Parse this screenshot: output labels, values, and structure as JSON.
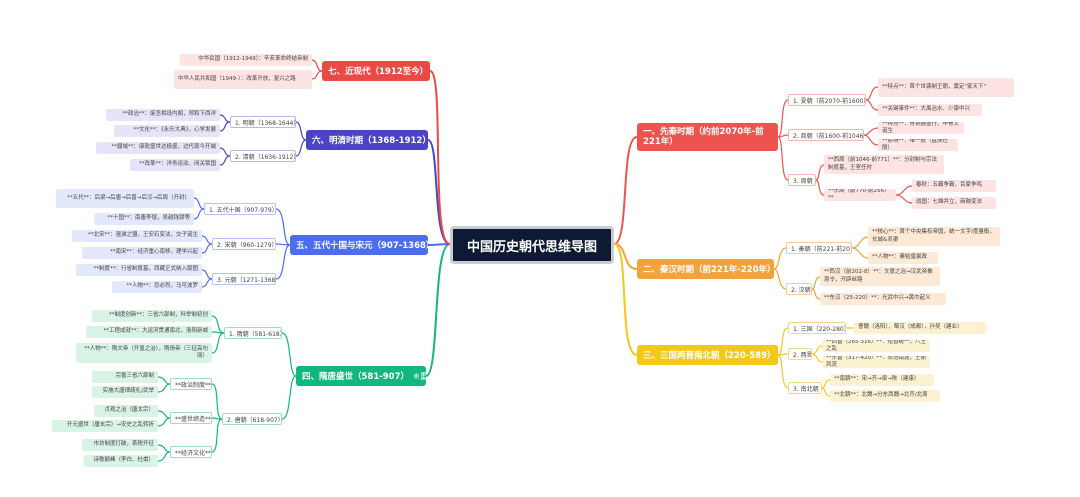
{
  "colors": {
    "red": "#ef5350",
    "orange": "#f4a23c",
    "yellow": "#f2c91b",
    "green": "#12b77d",
    "blue": "#4d6df0",
    "purple": "#4b44c6",
    "darkred": "#ea4a45",
    "central_bg": "#0e1a33"
  },
  "central": "中国历史朝代思维导图",
  "b1": {
    "title": "一、先秦时期（约前2070年-前221年）",
    "xia": "1. 夏朝（前2070-前1600）",
    "xia_l1": "**特点**：首个世袭制王朝，奠定\"家天下\"",
    "xia_l2": "**关键事件**：大禹治水、少康中兴",
    "shang": "2. 商朝（前1600-前1046）",
    "shang_l1": "**特点**：青铜器盛行、甲骨文诞生",
    "shang_l2": "**影响**：唯一殷（盘庚迁殷）",
    "zhou": "3. 周朝",
    "xizhou": "**西周（前1046-前771）**：分封制与宗法制度基，王室任时",
    "dongzhou": "**东周（前770-前256）**",
    "chunqiu": "春秋：五霸争霸，百家争鸣",
    "zhanguo": "战国：七雄并立，商鞅变法"
  },
  "b2": {
    "title": "二、秦汉时期（前221年-220年）",
    "qin": "1. 秦朝（前221-前207）",
    "qin_l1": "**核心**：首个中央集权帝国，统一文字/度量衡，长城&灵渠",
    "qin_l2": "**人物**：秦始皇嬴政",
    "han": "2. 汉朝",
    "xihan": "**西汉（前202-8）**：文景之治→汉武帝推恩令，开辟丝路",
    "donghan": "**东汉（25-220）**：光武中兴→黄巾起义"
  },
  "b3": {
    "title": "三、三国两晋南北朝（220-589）",
    "sanguo": "1. 三国（220-280）",
    "sanguo_l": "曹魏（洛阳），蜀汉（成都），孙吴（建业）",
    "jin": "2. 两晋",
    "xijin": "**西晋（265-316）**：短暂统一，八王之乱",
    "dongjin": "**东晋（317-420）**：衣冠南渡，王谢风流",
    "nanbei": "3. 南北朝",
    "nanchao": "**南朝**：宋→齐→梁→陈（建康）",
    "beichao": "**北朝**：北魏→分东西魏→北齐/北周"
  },
  "b4": {
    "title": "四、隋唐盛世（581-907）",
    "suffix": "※重点",
    "sui": "1. 隋朝（581-618）",
    "sui_l1": "**制度创新**：三省六部制，科举制初创",
    "sui_l2": "**工程成就**：大运河贯通南北，洛阳新城",
    "sui_l3": "**人物**：隋文帝（开皇之治），隋炀帝（三征高句丽）",
    "tang": "2. 唐朝（618-907）",
    "zhengzhi": "**政治制度**",
    "zz_l1": "完善三省六部制",
    "zz_l2": "实施大唐律疏礼/武举",
    "shengshi": "**盛世缔造**",
    "ss_l1": "贞观之治（唐太宗）",
    "ss_l2": "开元盛世（唐玄宗）→安史之乱转折",
    "jingji": "**经济文化**",
    "jj_l1": "市坊制度打破，茶税开征",
    "jj_l2": "诗歌巅峰（李白、杜甫）"
  },
  "b5": {
    "title": "五、五代十国与宋元（907-1368）",
    "wudai": "1. 五代十国（907-979）",
    "wudai_l1": "**五代**：后梁→后唐→后晋→后汉→后周（开封）",
    "wudai_l2": "**十国**：南唐李煜，吴越钱镠等",
    "song": "2. 宋朝（960-1279）",
    "song_l1": "**北宋**：澶渊之盟，王安石变法，交子诞生",
    "song_l2": "**南宋**：经济重心南移，理学兴起",
    "yuan": "3. 元朝（1271-1368）",
    "yuan_l1": "**制度**：行省制度基，西藏正式纳入版图",
    "yuan_l2": "**人物**：忽必烈，马可波罗"
  },
  "b6": {
    "title": "六、明清时期（1368-1912）",
    "ming": "1. 明朝（1368-1644）",
    "ming_l1": "**政治**：废丞相设内阁，郑和下西洋",
    "ming_l2": "**文化**：《永乐大典》，心学发展",
    "qing": "2. 清朝（1636-1912）",
    "qing_l1": "**疆域**：康乾盛世达极盛，边代现今开端",
    "qing_l2": "**改革**：洋务运动、闭关锁国"
  },
  "b7": {
    "title": "七、近现代（1912至今）",
    "l1": "中华民国（1912-1949）：辛亥革命终结帝制",
    "l2": "中华人民共和国（1949-）：改革开放，复兴之路"
  }
}
